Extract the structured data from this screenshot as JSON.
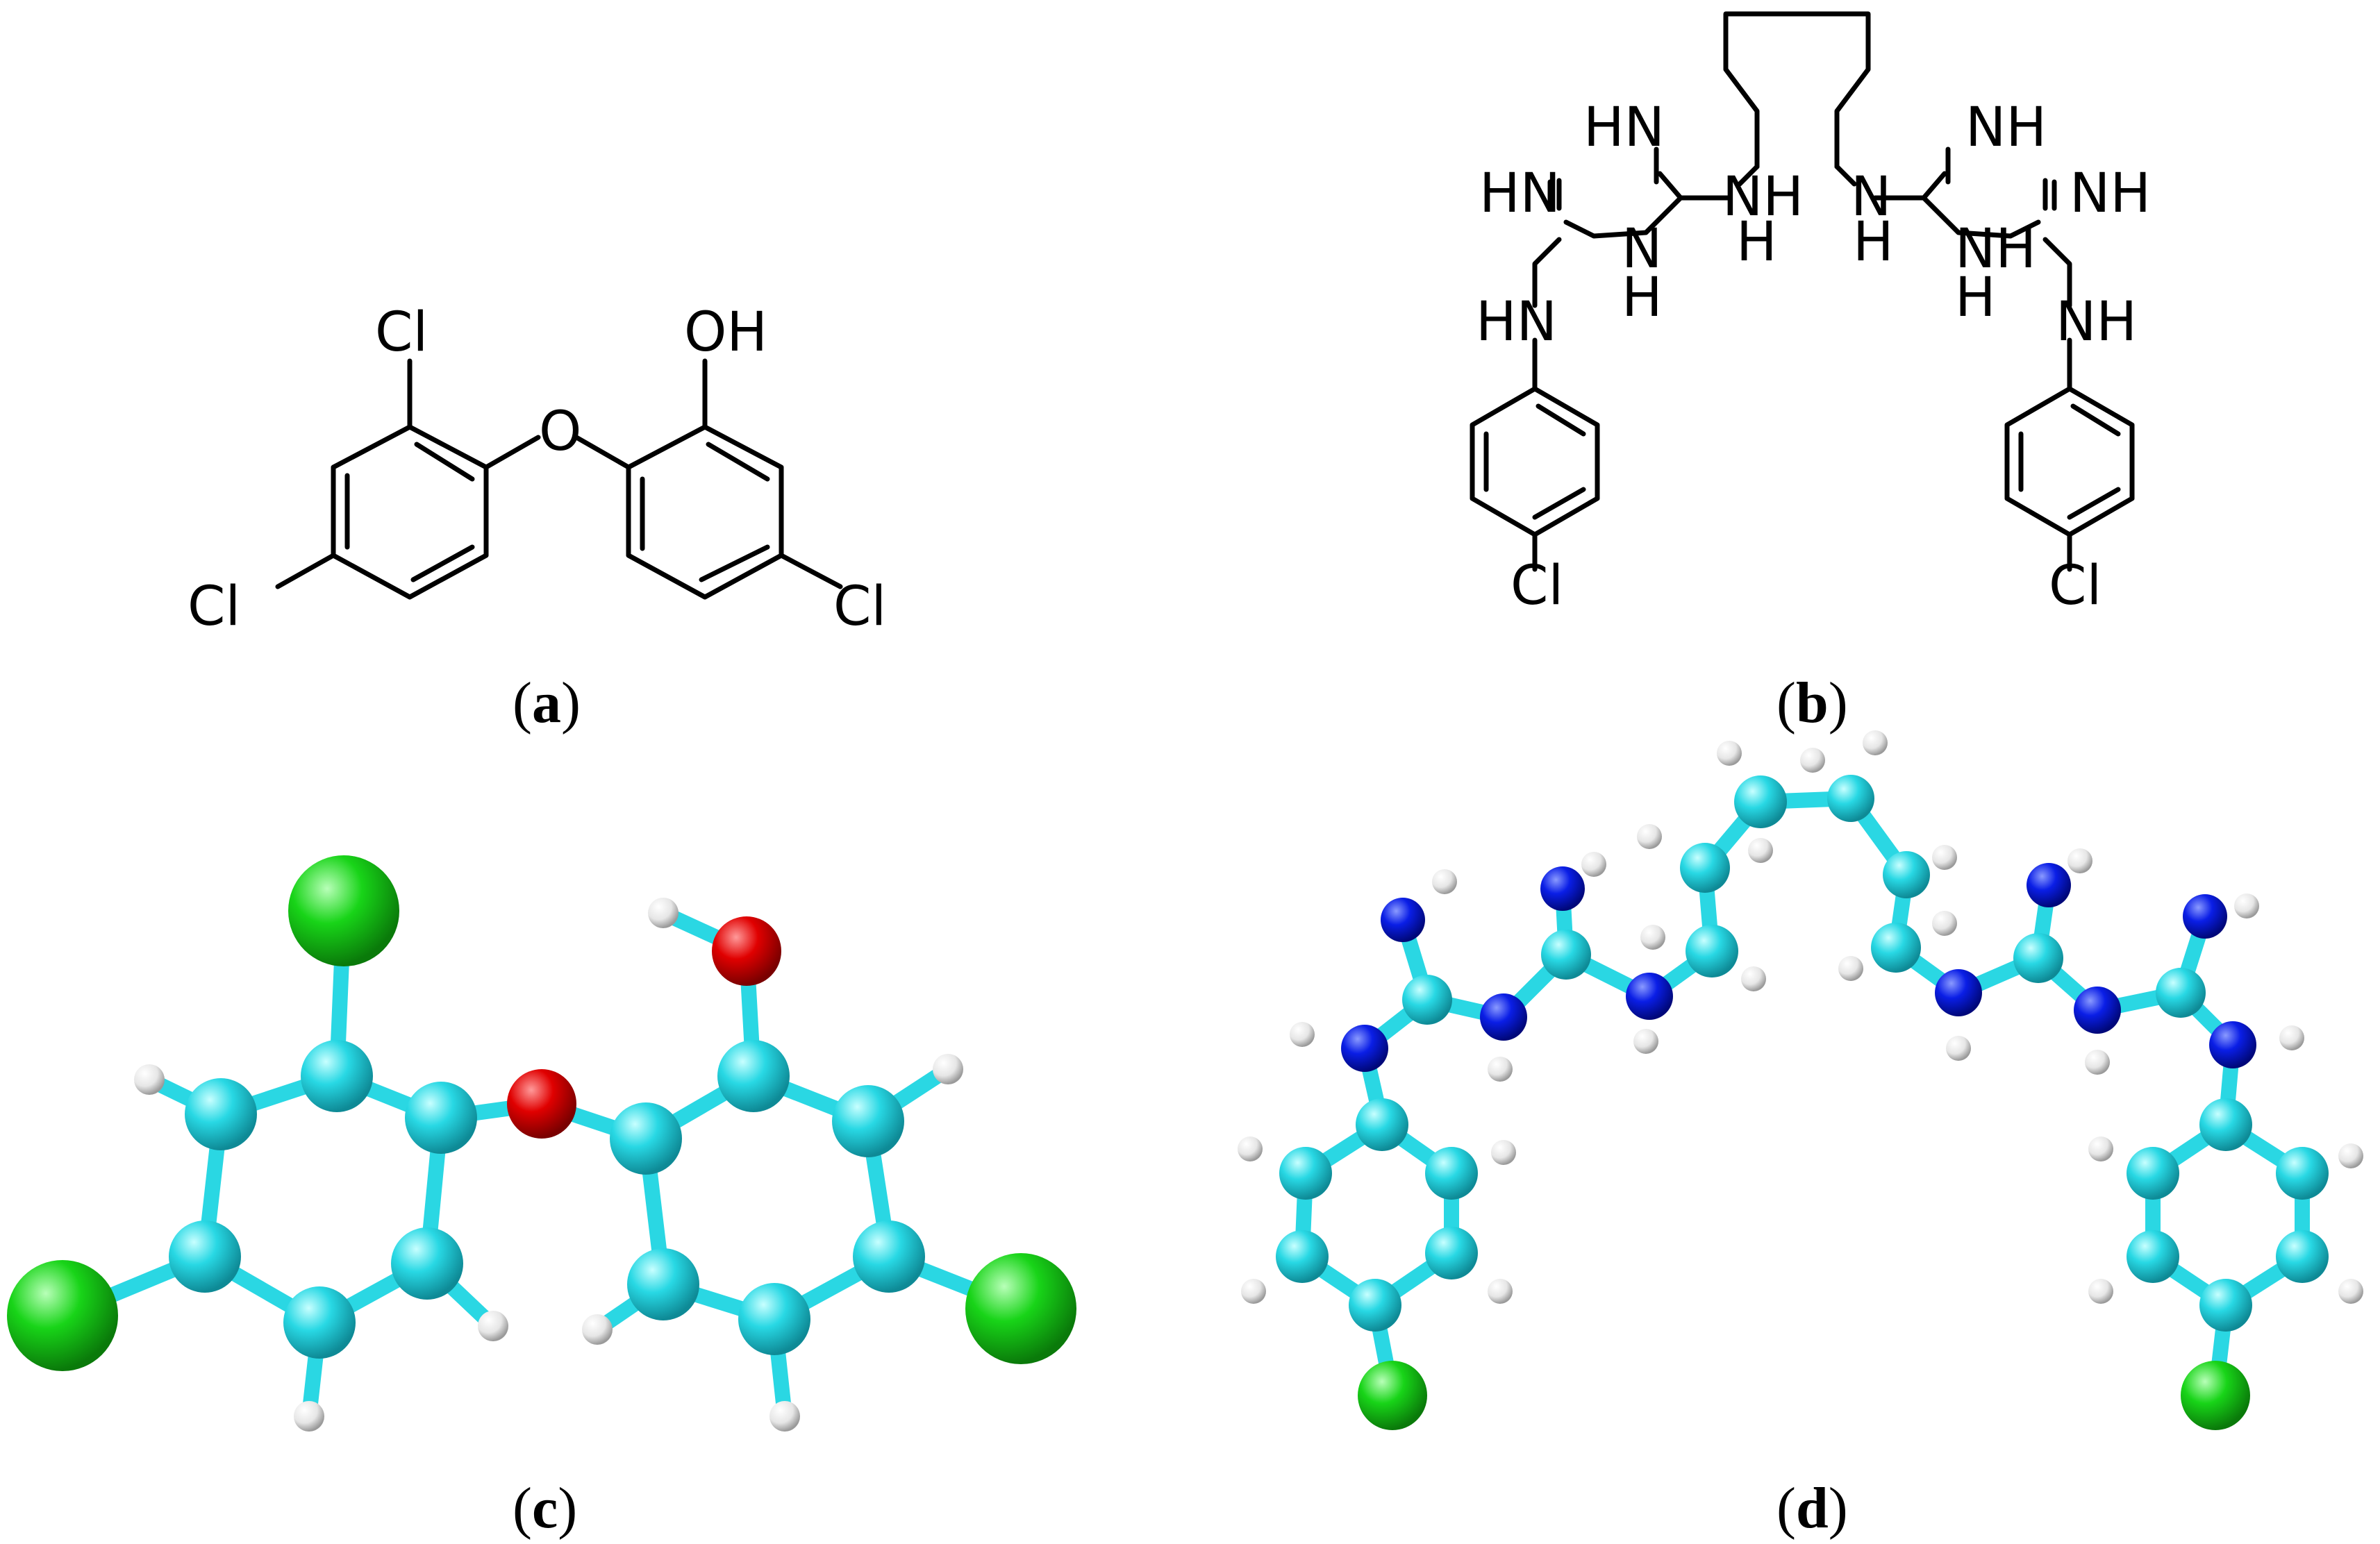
{
  "panels": [
    {
      "id": "a",
      "caption_open": "(",
      "caption_letter": "a",
      "caption_close": ")"
    },
    {
      "id": "b",
      "caption_open": "(",
      "caption_letter": "b",
      "caption_close": ")"
    },
    {
      "id": "c",
      "caption_open": "(",
      "caption_letter": "c",
      "caption_close": ")"
    },
    {
      "id": "d",
      "caption_open": "(",
      "caption_letter": "d",
      "caption_close": ")"
    }
  ],
  "structure_a": {
    "labels": {
      "cl_top": "Cl",
      "oh": "OH",
      "o_bridge": "O",
      "cl_left": "Cl",
      "cl_right": "Cl"
    }
  },
  "structure_b": {
    "labels": {
      "hn_upper_left": "HN",
      "hn_left": "HN",
      "nh_left_1": "NH",
      "nh_left_1_h": "H",
      "nh_left_2": "N",
      "nh_left_2_h": "H",
      "hn_ring_left": "HN",
      "cl_left": "Cl",
      "nh_upper_right": "NH",
      "nh_right": "NH",
      "nh_right_1": "N",
      "nh_right_1_h": "H",
      "nh_right_2": "NH",
      "nh_right_2_h": "H",
      "nh_ring_right": "NH",
      "cl_right": "Cl"
    }
  },
  "atom_colors": {
    "carbon": "#28d8e4",
    "hydrogen": "#e8e8e8",
    "oxygen": "#e00000",
    "nitrogen": "#0a1ee6",
    "chlorine": "#18d418"
  }
}
